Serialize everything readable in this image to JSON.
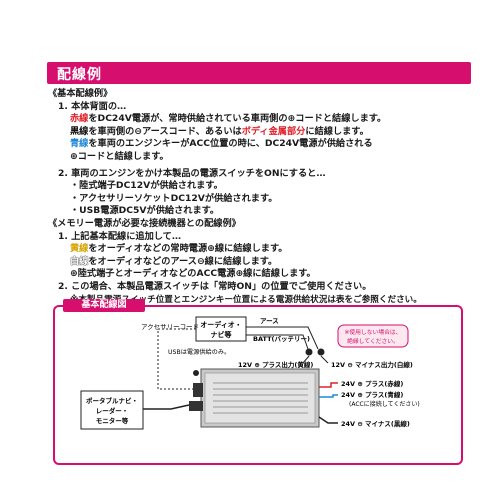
{
  "section_title": "配線例",
  "basic": {
    "heading": "《基本配線例》",
    "item1": {
      "label": "1. 本体背面の…",
      "red_color": "赤線",
      "red_text": "をDC24V電源が、常時供給されている車両側の⊕コードと結線します。",
      "black_color": "黒線",
      "black_text_a": "を車両側の⊖アースコード、あるいは",
      "black_text_b": "ボディ金属部分",
      "black_text_c": "に結線します。",
      "blue_color": "青線",
      "blue_text": "を車両のエンジンキーがACC位置の時に、DC24V電源が供給される",
      "blue_text2": "⊕コードと結線します。"
    },
    "item2": {
      "label": "2. 車両のエンジンをかけ本製品の電源スイッチをONにすると…",
      "sub1": "・陸式端子DC12Vが供給されます。",
      "sub2": "・アクセサリーソケットDC12Vが供給されます。",
      "sub3": "・USB電源DC5Vが供給されます。"
    }
  },
  "memory": {
    "heading": "《メモリー電源が必要な接続機器との配線例》",
    "item1": {
      "label": "1. 上記基本配線に追加して…",
      "yellow_color": "黄線",
      "yellow_text": "をオーディオなどの常時電源⊕線に結線します。",
      "white_color": "白線",
      "white_text": "をオーディオなどのアース⊖線に結線します。",
      "acc_text": "⊕陸式端子とオーディオなどのACC電源⊕線に結線します。"
    },
    "item2": {
      "label": "2. この場合、本製品電源スイッチは「常時ON」の位置でご使用ください。",
      "note": "※本製品電源スイッチ位置とエンジンキー位置による電源供給状況は表をご参照ください。"
    }
  },
  "diagram": {
    "title": "基本配線図",
    "accessory_cord": "アクセサリーコード",
    "audio_navi": "オーディオ・\nナビ等",
    "earth": "アース",
    "batt": "BATT(バッテリー)",
    "usb_note": "USBは電源供給のみ。",
    "plus12": "12V ⊕ プラス出力(黄線)",
    "minus12": "12V ⊖ マイナス出力(白線)",
    "warn_a": "※使用しない場合は、",
    "warn_b": "絶縁してください。",
    "portable_navi": "ポータブルナビ・\nレーダー・\nモニター等",
    "plus24_red": "24V ⊕ プラス(赤線)",
    "plus24_blue": "24V ⊕ プラス(青線)",
    "acc_note": "(ACCに接続してください)",
    "minus24": "24V ⊖ マイナス(黒線)",
    "colors": {
      "accent": "#d60f6f",
      "red": "#e0202a",
      "blue": "#1e88d6",
      "yellow": "#d6a400"
    }
  }
}
